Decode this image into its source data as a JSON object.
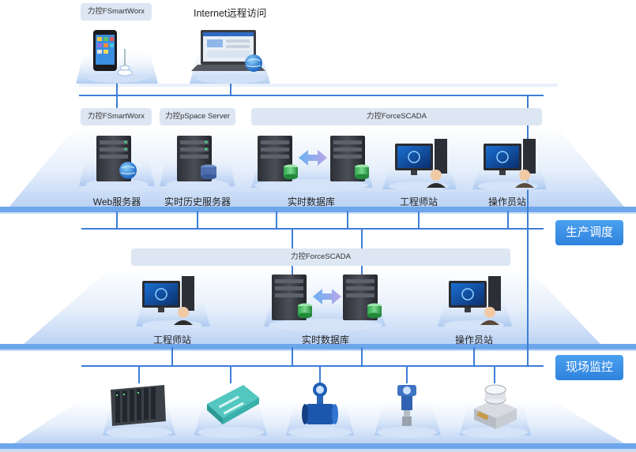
{
  "top": {
    "mobile_tag": "力控FSmartWorx",
    "internet_label": "Internet远程访问"
  },
  "production": {
    "tags": {
      "web": "力控FSmartWorx",
      "pspace": "力控pSpace  Server",
      "scada": "力控ForceSCADA"
    },
    "captions": {
      "web_server": "Web服务器",
      "history_server": "实时历史服务器",
      "realtime_db": "实时数据库",
      "engineer": "工程师站",
      "operator": "操作员站"
    },
    "badge": "生产调度"
  },
  "field": {
    "tag": "力控ForceSCADA",
    "captions": {
      "engineer": "工程师站",
      "realtime_db": "实时数据库",
      "operator": "操作员站"
    },
    "badge": "现场监控"
  },
  "devices": {
    "icons": [
      "plc-rack-icon",
      "io-module-icon",
      "flowmeter-icon",
      "pressure-transmitter-icon",
      "load-cell-icon"
    ]
  },
  "colors": {
    "network_line": "#3d7ed6",
    "platform_edge": "#5b9bea",
    "badge": "#3a8de6"
  }
}
